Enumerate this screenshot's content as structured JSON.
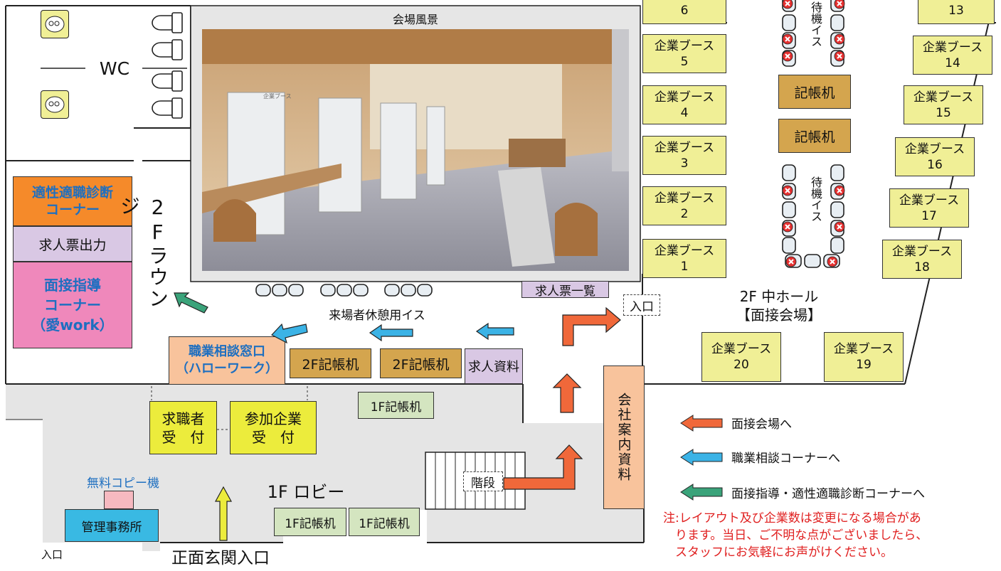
{
  "photo": {
    "caption": "会場風景"
  },
  "wc": {
    "label": "WC"
  },
  "lounge": {
    "label": "2Fラウンジ"
  },
  "aptitude": {
    "label": "適性適職診断\nコーナー"
  },
  "job_print": {
    "label": "求人票出力"
  },
  "interview_guide": {
    "label": "面接指導\nコーナー\n（愛work）"
  },
  "job_consult": {
    "label": "職業相談窓口\n（ハローワーク）"
  },
  "desks_2f": [
    "2F記帳机",
    "2F記帳机"
  ],
  "job_material": {
    "label": "求人資料"
  },
  "job_list": {
    "label": "求人票一覧"
  },
  "rest_chairs": {
    "label": "来場者休憩用イス"
  },
  "entrance_hall": {
    "label": "入口"
  },
  "hall": {
    "title": "2F 中ホール",
    "subtitle": "【面接会場】"
  },
  "booths": [
    {
      "label": "6"
    },
    {
      "label": "企業ブース\n5"
    },
    {
      "label": "企業ブース\n4"
    },
    {
      "label": "企業ブース\n3"
    },
    {
      "label": "企業ブース\n2"
    },
    {
      "label": "企業ブース\n1"
    },
    {
      "label": "13"
    },
    {
      "label": "企業ブース\n14"
    },
    {
      "label": "企業ブース\n15"
    },
    {
      "label": "企業ブース\n16"
    },
    {
      "label": "企業ブース\n17"
    },
    {
      "label": "企業ブース\n18"
    },
    {
      "label": "企業ブース\n20"
    },
    {
      "label": "企業ブース\n19"
    }
  ],
  "signing_desks": [
    "記帳机",
    "記帳机"
  ],
  "wait_chairs": [
    "待機イス",
    "待機イス"
  ],
  "desk_1f_top": {
    "label": "1F記帳机"
  },
  "jobseeker_reception": {
    "label": "求職者\n受　付"
  },
  "company_reception": {
    "label": "参加企業\n受　付"
  },
  "company_info": {
    "label": "会社案内資料"
  },
  "stairs": {
    "label": "階段"
  },
  "lobby": {
    "label": "1F ロビー"
  },
  "copy_machine": {
    "label": "無料コピー機"
  },
  "office": {
    "label": "管理事務所"
  },
  "entrance_small": {
    "label": "入口"
  },
  "main_entrance": {
    "label": "正面玄関入口"
  },
  "desks_1f_bottom": [
    "1F記帳机",
    "1F記帳机"
  ],
  "legend": [
    {
      "label": "面接会場へ",
      "color": "#f0683a"
    },
    {
      "label": "職業相談コーナーへ",
      "color": "#3bb3e6"
    },
    {
      "label": "面接指導・適性適職診断コーナーへ",
      "color": "#3aa37a"
    }
  ],
  "note": {
    "text": "注:レイアウト及び企業数は変更になる場合があ\n　ります。当日、ご不明な点がございましたら、\n　スタッフにお気軽にお声がけください。"
  },
  "colors": {
    "aptitude": "#f58a2a",
    "job_print": "#d9c8e4",
    "interview_guide": "#ef88bb",
    "consult": "#f8c39c",
    "blue_text": "#1e6fc0",
    "note_red": "#e02020"
  }
}
